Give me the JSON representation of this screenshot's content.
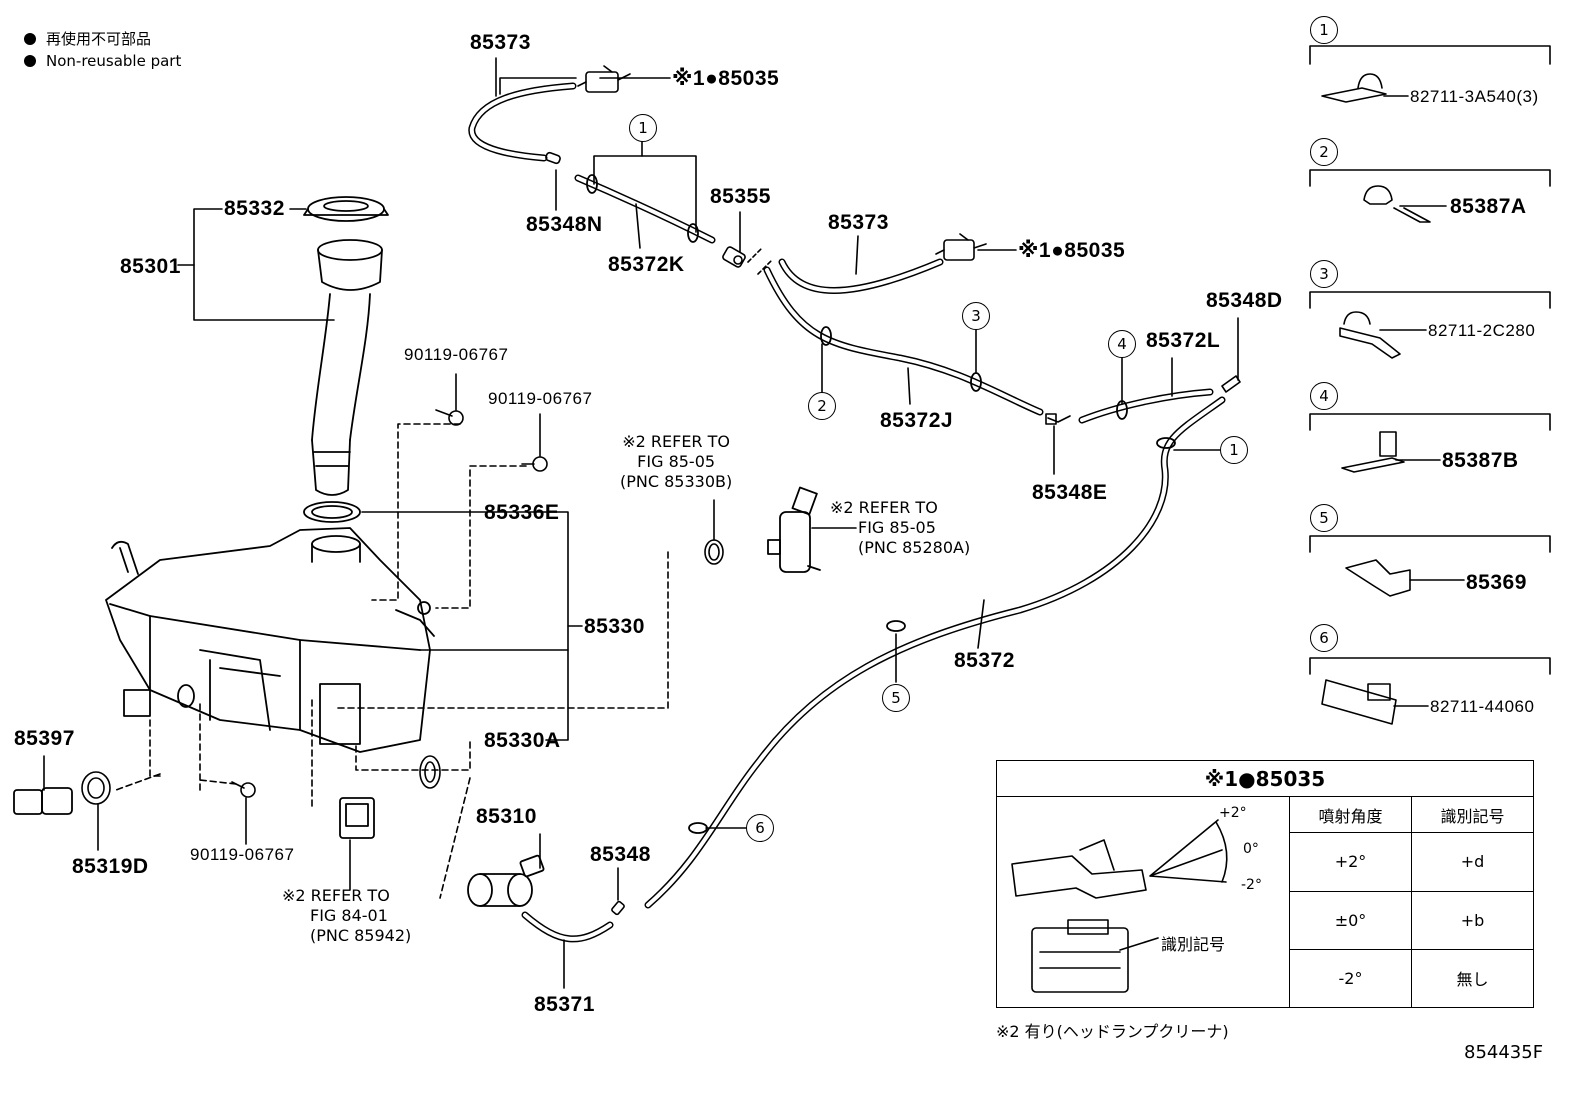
{
  "legend": {
    "line_ja": "再使用不可部品",
    "line_en": "Non-reusable part"
  },
  "parts": {
    "p85373_a": "85373",
    "p85035_a": "※1●85035",
    "p85348N": "85348N",
    "p85372K": "85372K",
    "p85355": "85355",
    "p85373_b": "85373",
    "p85035_b": "※1●85035",
    "p85332": "85332",
    "p85301": "85301",
    "p90119_a": "90119-06767",
    "p90119_b": "90119-06767",
    "p85372J": "85372J",
    "p85348E": "85348E",
    "p85348D": "85348D",
    "p85372L": "85372L",
    "p85336E": "85336E",
    "p85330": "85330",
    "p85330A": "85330A",
    "p85372": "85372",
    "p85397": "85397",
    "p85319D": "85319D",
    "p90119_c": "90119-06767",
    "p85310": "85310",
    "p85348": "85348",
    "p85371": "85371"
  },
  "refs": {
    "ref1": [
      "※2 REFER TO",
      "FIG 85-05",
      "(PNC 85330B)"
    ],
    "ref2": [
      "※2 REFER TO",
      "FIG 85-05",
      "(PNC 85280A)"
    ],
    "ref3": [
      "※2 REFER TO",
      "FIG 84-01",
      "(PNC 85942)"
    ]
  },
  "callouts": [
    "1",
    "1",
    "2",
    "3",
    "4",
    "5",
    "6",
    "1"
  ],
  "clip_panel": [
    {
      "num": "1",
      "part": "82711-3A540(3)"
    },
    {
      "num": "2",
      "part": "85387A"
    },
    {
      "num": "3",
      "part": "82711-2C280"
    },
    {
      "num": "4",
      "part": "85387B"
    },
    {
      "num": "5",
      "part": "85369"
    },
    {
      "num": "6",
      "part": "82711-44060"
    }
  ],
  "spray_table": {
    "title": "※1●85035",
    "col_headers": [
      "噴射角度",
      "識別記号"
    ],
    "rows": [
      {
        "angle": "+2°",
        "mark": "+d"
      },
      {
        "angle": "±0°",
        "mark": "+b"
      },
      {
        "angle": "-2°",
        "mark": "無し"
      }
    ],
    "angle_labels": [
      "+2°",
      "0°",
      "-2°"
    ],
    "id_label": "識別記号"
  },
  "footnote": "※2 有り(ヘッドランプクリーナ)",
  "figure_id": "854435F"
}
